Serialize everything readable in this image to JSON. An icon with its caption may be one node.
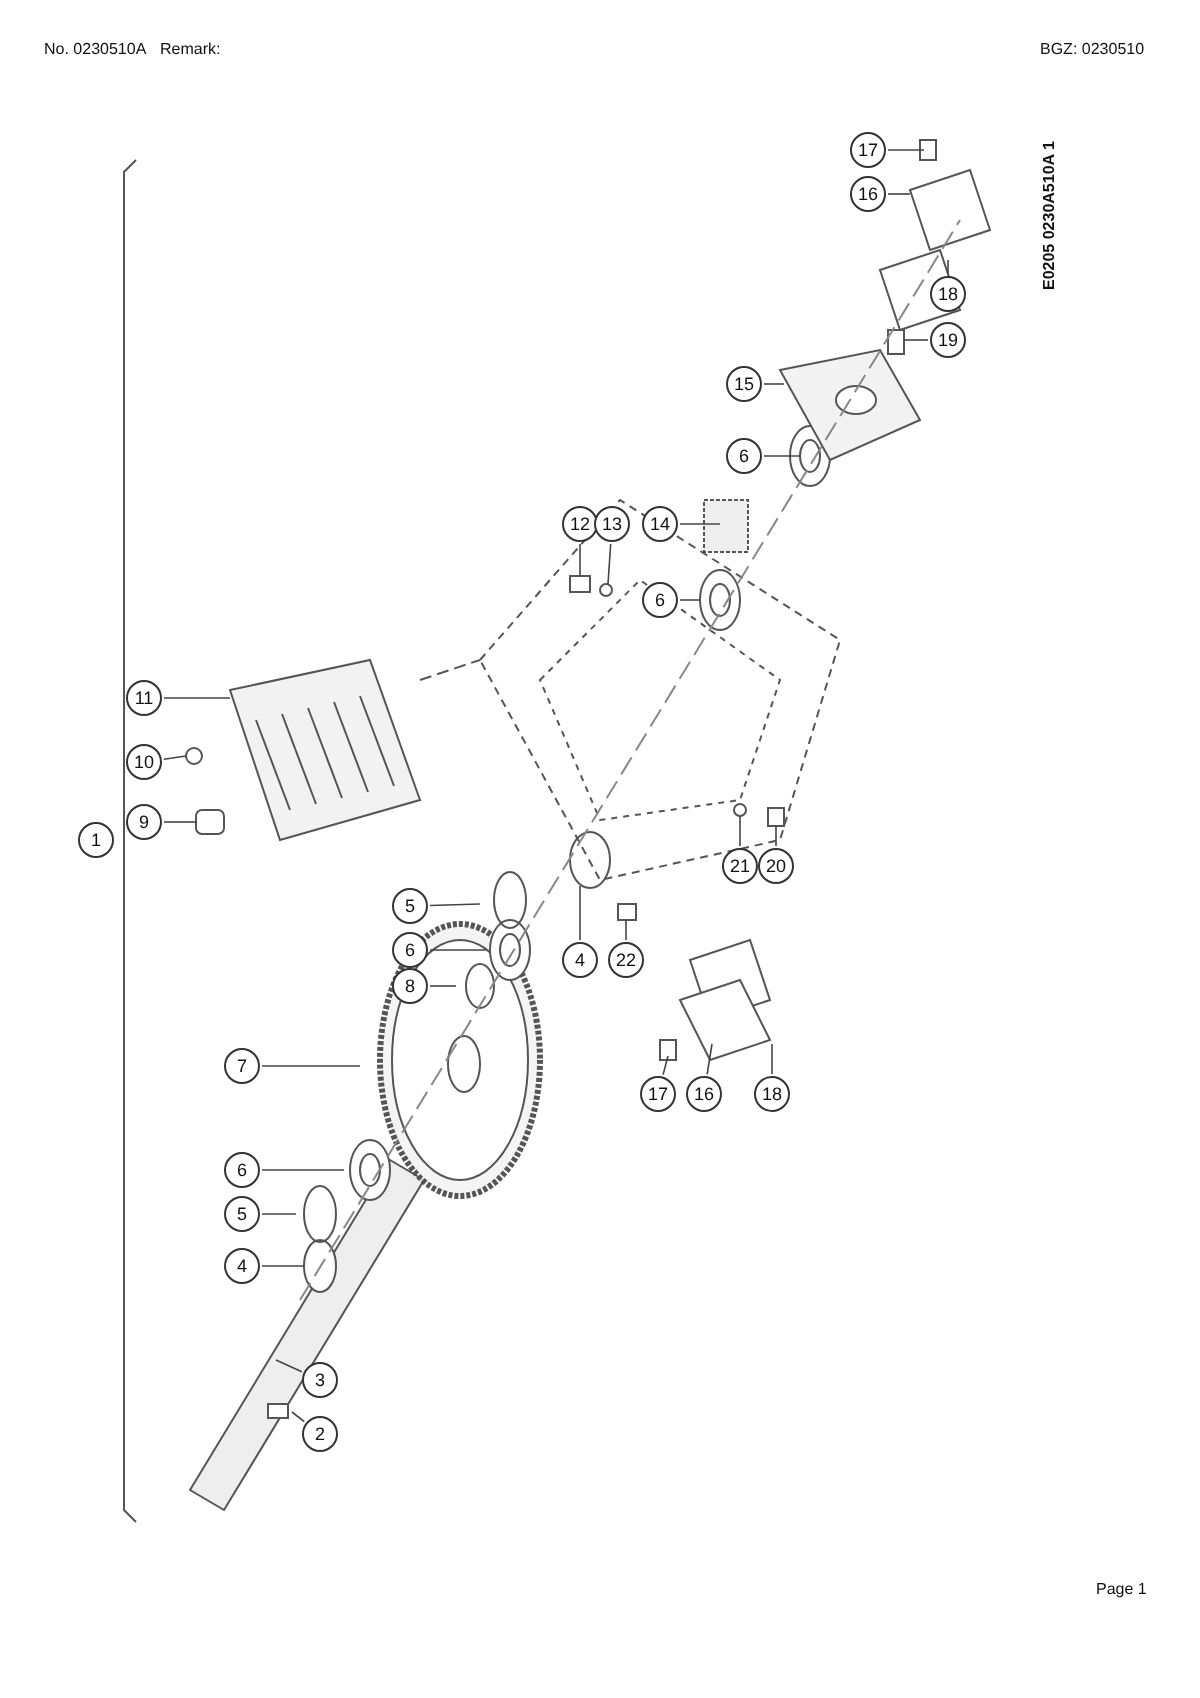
{
  "diagram": {
    "nodes": [
      {
        "text": [
          "1"
        ]
      },
      {
        "text": [
          "2"
        ]
      },
      {
        "text": [
          "3"
        ]
      },
      {
        "text": [
          "4"
        ]
      },
      {
        "text": [
          "5"
        ]
      },
      {
        "text": [
          "6"
        ]
      },
      {
        "text": [
          "7"
        ]
      },
      {
        "text": [
          "8"
        ]
      },
      {
        "text": [
          "6"
        ]
      },
      {
        "text": [
          "5"
        ]
      },
      {
        "text": [
          "4"
        ]
      },
      {
        "text": [
          "9"
        ]
      },
      {
        "text": [
          "10"
        ]
      },
      {
        "text": [
          "11"
        ]
      },
      {
        "text": [
          "12"
        ]
      },
      {
        "text": [
          "13"
        ]
      },
      {
        "text": [
          "14"
        ]
      },
      {
        "text": [
          "6"
        ]
      },
      {
        "text": [
          "15"
        ]
      },
      {
        "text": [
          "6"
        ]
      },
      {
        "text": [
          "16"
        ]
      },
      {
        "text": [
          "17"
        ]
      },
      {
        "text": [
          "18"
        ]
      },
      {
        "text": [
          "19"
        ]
      },
      {
        "text": [
          "17"
        ]
      },
      {
        "text": [
          "16"
        ]
      },
      {
        "text": [
          "18"
        ]
      },
      {
        "text": [
          "20"
        ]
      },
      {
        "text": [
          "21"
        ]
      },
      {
        "text": [
          "22"
        ]
      }
    ],
    "edges": [
      {
        "from": 1,
        "to": null,
        "arrow": "none"
      },
      {
        "from": 2,
        "to": null,
        "arrow": "none"
      },
      {
        "from": 3,
        "to": null,
        "arrow": "none"
      },
      {
        "from": 4,
        "to": null,
        "arrow": "none"
      },
      {
        "from": 5,
        "to": null,
        "arrow": "none"
      },
      {
        "from": 6,
        "to": null,
        "arrow": "none"
      },
      {
        "from": 7,
        "to": null,
        "arrow": "none"
      },
      {
        "from": 8,
        "to": null,
        "arrow": "none"
      },
      {
        "from": 9,
        "to": null,
        "arrow": "none"
      },
      {
        "from": 10,
        "to": null,
        "arrow": "none"
      },
      {
        "from": 11,
        "to": null,
        "arrow": "none"
      },
      {
        "from": 12,
        "to": null,
        "arrow": "none"
      },
      {
        "from": 13,
        "to": null,
        "arrow": "none"
      },
      {
        "from": 14,
        "to": null,
        "arrow": "none"
      },
      {
        "from": 15,
        "to": null,
        "arrow": "none"
      },
      {
        "from": 16,
        "to": null,
        "arrow": "none"
      },
      {
        "from": 17,
        "to": null,
        "arrow": "none"
      },
      {
        "from": 18,
        "to": null,
        "arrow": "none"
      },
      {
        "from": 19,
        "to": null,
        "arrow": "none"
      },
      {
        "from": 20,
        "to": null,
        "arrow": "none"
      },
      {
        "from": 21,
        "to": null,
        "arrow": "none"
      },
      {
        "from": 22,
        "to": null,
        "arrow": "none"
      },
      {
        "from": 23,
        "to": null,
        "arrow": "none"
      },
      {
        "from": 24,
        "to": null,
        "arrow": "none"
      },
      {
        "from": 25,
        "to": null,
        "arrow": "none"
      },
      {
        "from": 26,
        "to": null,
        "arrow": "none"
      },
      {
        "from": 27,
        "to": null,
        "arrow": "none"
      },
      {
        "from": 28,
        "to": null,
        "arrow": "none"
      },
      {
        "from": 29,
        "to": null,
        "arrow": "none"
      }
    ],
    "labels": [
      "No. 0230510A",
      "Remark:",
      "BGZ: 0230510",
      "E0205 0230A510A 1",
      "Page 1"
    ]
  }
}
